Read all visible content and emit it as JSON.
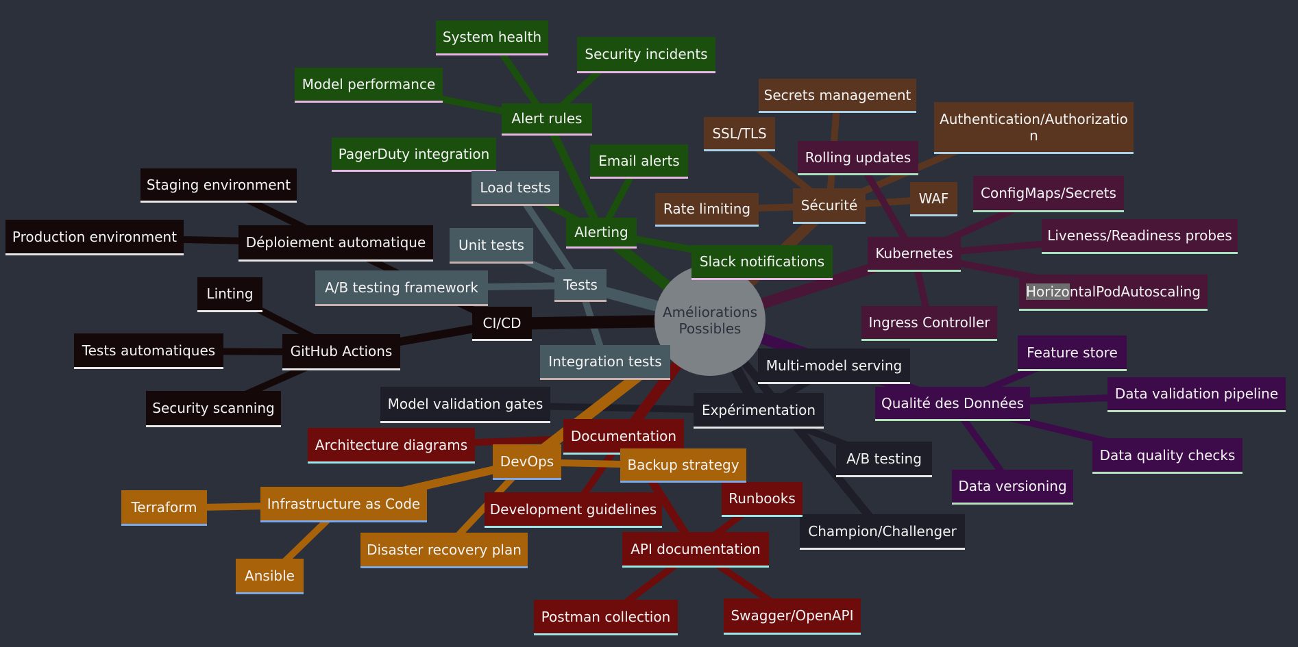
{
  "root": {
    "label": "Améliorations\nPossibles",
    "color": "#7c8285"
  },
  "branches": {
    "alerting": {
      "color": "#1a4f0e",
      "underline": "#e8b7e6",
      "label": "Alerting",
      "alert_rules": "Alert rules",
      "system_health": "System health",
      "security_incidents": "Security incidents",
      "model_performance": "Model performance",
      "pagerduty": "PagerDuty integration",
      "email_alerts": "Email alerts",
      "slack": "Slack notifications"
    },
    "securite": {
      "color": "#5a3620",
      "underline": "#a9d1e8",
      "label": "Sécurité",
      "secrets": "Secrets management",
      "ssl": "SSL/TLS",
      "auth": "Authentication/Authorization",
      "rate_limiting": "Rate limiting",
      "waf": "WAF"
    },
    "kubernetes": {
      "color": "#4a1638",
      "underline": "#a8e3bf",
      "label": "Kubernetes",
      "rolling": "Rolling updates",
      "configmaps": "ConfigMaps/Secrets",
      "liveness": "Liveness/Readiness probes",
      "hpa_highlight": "Horizo",
      "hpa_rest": "ntalPodAutoscaling",
      "ingress": "Ingress Controller"
    },
    "tests": {
      "color": "#485a61",
      "underline": "#c8b0ae",
      "label": "Tests",
      "load": "Load tests",
      "unit": "Unit tests",
      "ab_framework": "A/B testing framework",
      "integration": "Integration tests"
    },
    "cicd": {
      "color": "#140808",
      "underline": "#e8e8e8",
      "label": "CI/CD",
      "deploiement": "Déploiement automatique",
      "staging": "Staging environment",
      "production": "Production environment",
      "github": "GitHub Actions",
      "linting": "Linting",
      "tests_auto": "Tests automatiques",
      "security_scan": "Security scanning"
    },
    "experimentation": {
      "color": "#1e1e29",
      "underline": "#e8e8e8",
      "label": "Expérimentation",
      "multi_model": "Multi-model serving",
      "validation_gates": "Model validation gates",
      "ab_testing": "A/B testing",
      "champion": "Champion/Challenger"
    },
    "qualite": {
      "color": "#3d0b4a",
      "underline": "#b9e3bd",
      "label": "Qualité des Données",
      "feature_store": "Feature store",
      "validation_pipeline": "Data validation pipeline",
      "quality_checks": "Data quality checks",
      "versioning": "Data versioning"
    },
    "documentation": {
      "color": "#6e0c0c",
      "underline": "#9fe8e8",
      "label": "Documentation",
      "architecture": "Architecture diagrams",
      "dev_guidelines": "Development guidelines",
      "runbooks": "Runbooks",
      "api_doc": "API documentation",
      "postman": "Postman collection",
      "swagger": "Swagger/OpenAPI"
    },
    "devops": {
      "color": "#a8620a",
      "underline": "#7aa8e8",
      "label": "DevOps",
      "backup": "Backup strategy",
      "iac": "Infrastructure as Code",
      "terraform": "Terraform",
      "ansible": "Ansible",
      "disaster": "Disaster recovery plan"
    }
  }
}
